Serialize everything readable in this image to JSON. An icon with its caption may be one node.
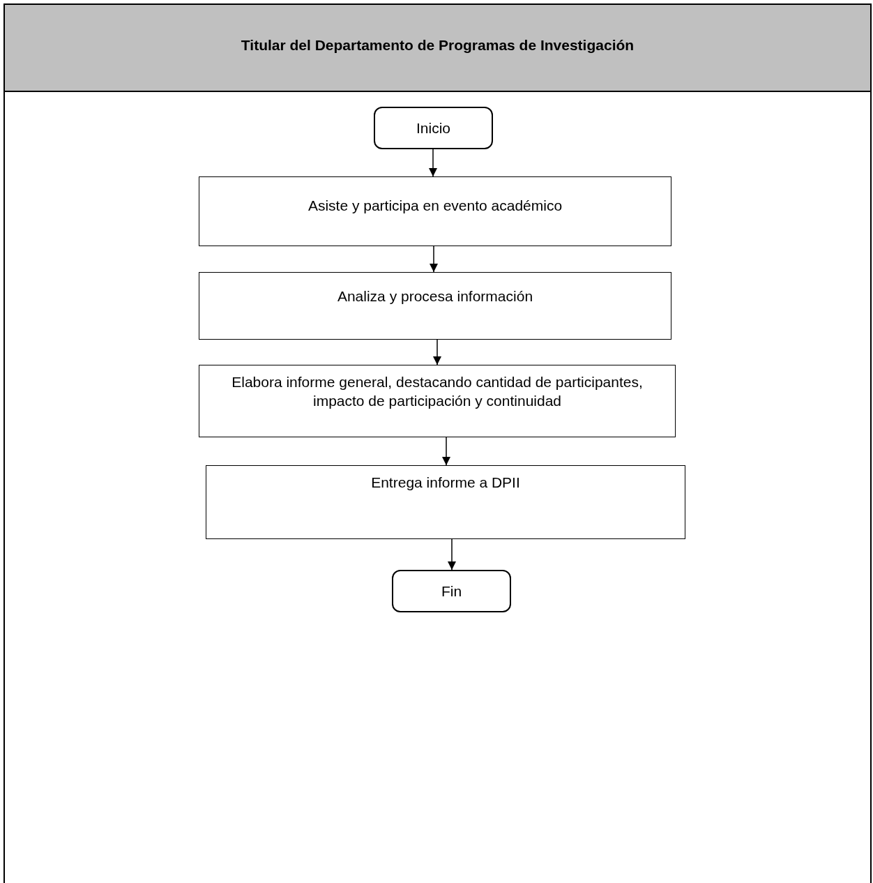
{
  "diagram": {
    "nodes": [
      {
        "text": [
          "Titular del Departamento de Programas de Investigación"
        ]
      },
      {
        "text": [
          "Inicio"
        ],
        "in": 0
      },
      {
        "text": [
          "Asiste y participa en evento académico"
        ],
        "in": 0
      },
      {
        "text": [
          "Analiza y procesa información"
        ],
        "in": 0
      },
      {
        "text": [
          "Elabora informe general, destacando cantidad de participantes, impacto de participación y continuidad"
        ],
        "in": 0
      },
      {
        "text": [
          "Entrega informe a DPII"
        ],
        "in": 0
      },
      {
        "text": [
          "Fin"
        ],
        "in": 0
      }
    ],
    "edges": [
      {
        "from": 1,
        "to": 2,
        "arrow": "to"
      },
      {
        "from": 2,
        "to": 3,
        "arrow": "to"
      },
      {
        "from": 3,
        "to": 4,
        "arrow": "to"
      },
      {
        "from": 4,
        "to": 5,
        "arrow": "to"
      },
      {
        "from": 5,
        "to": 6,
        "arrow": "to"
      }
    ]
  }
}
